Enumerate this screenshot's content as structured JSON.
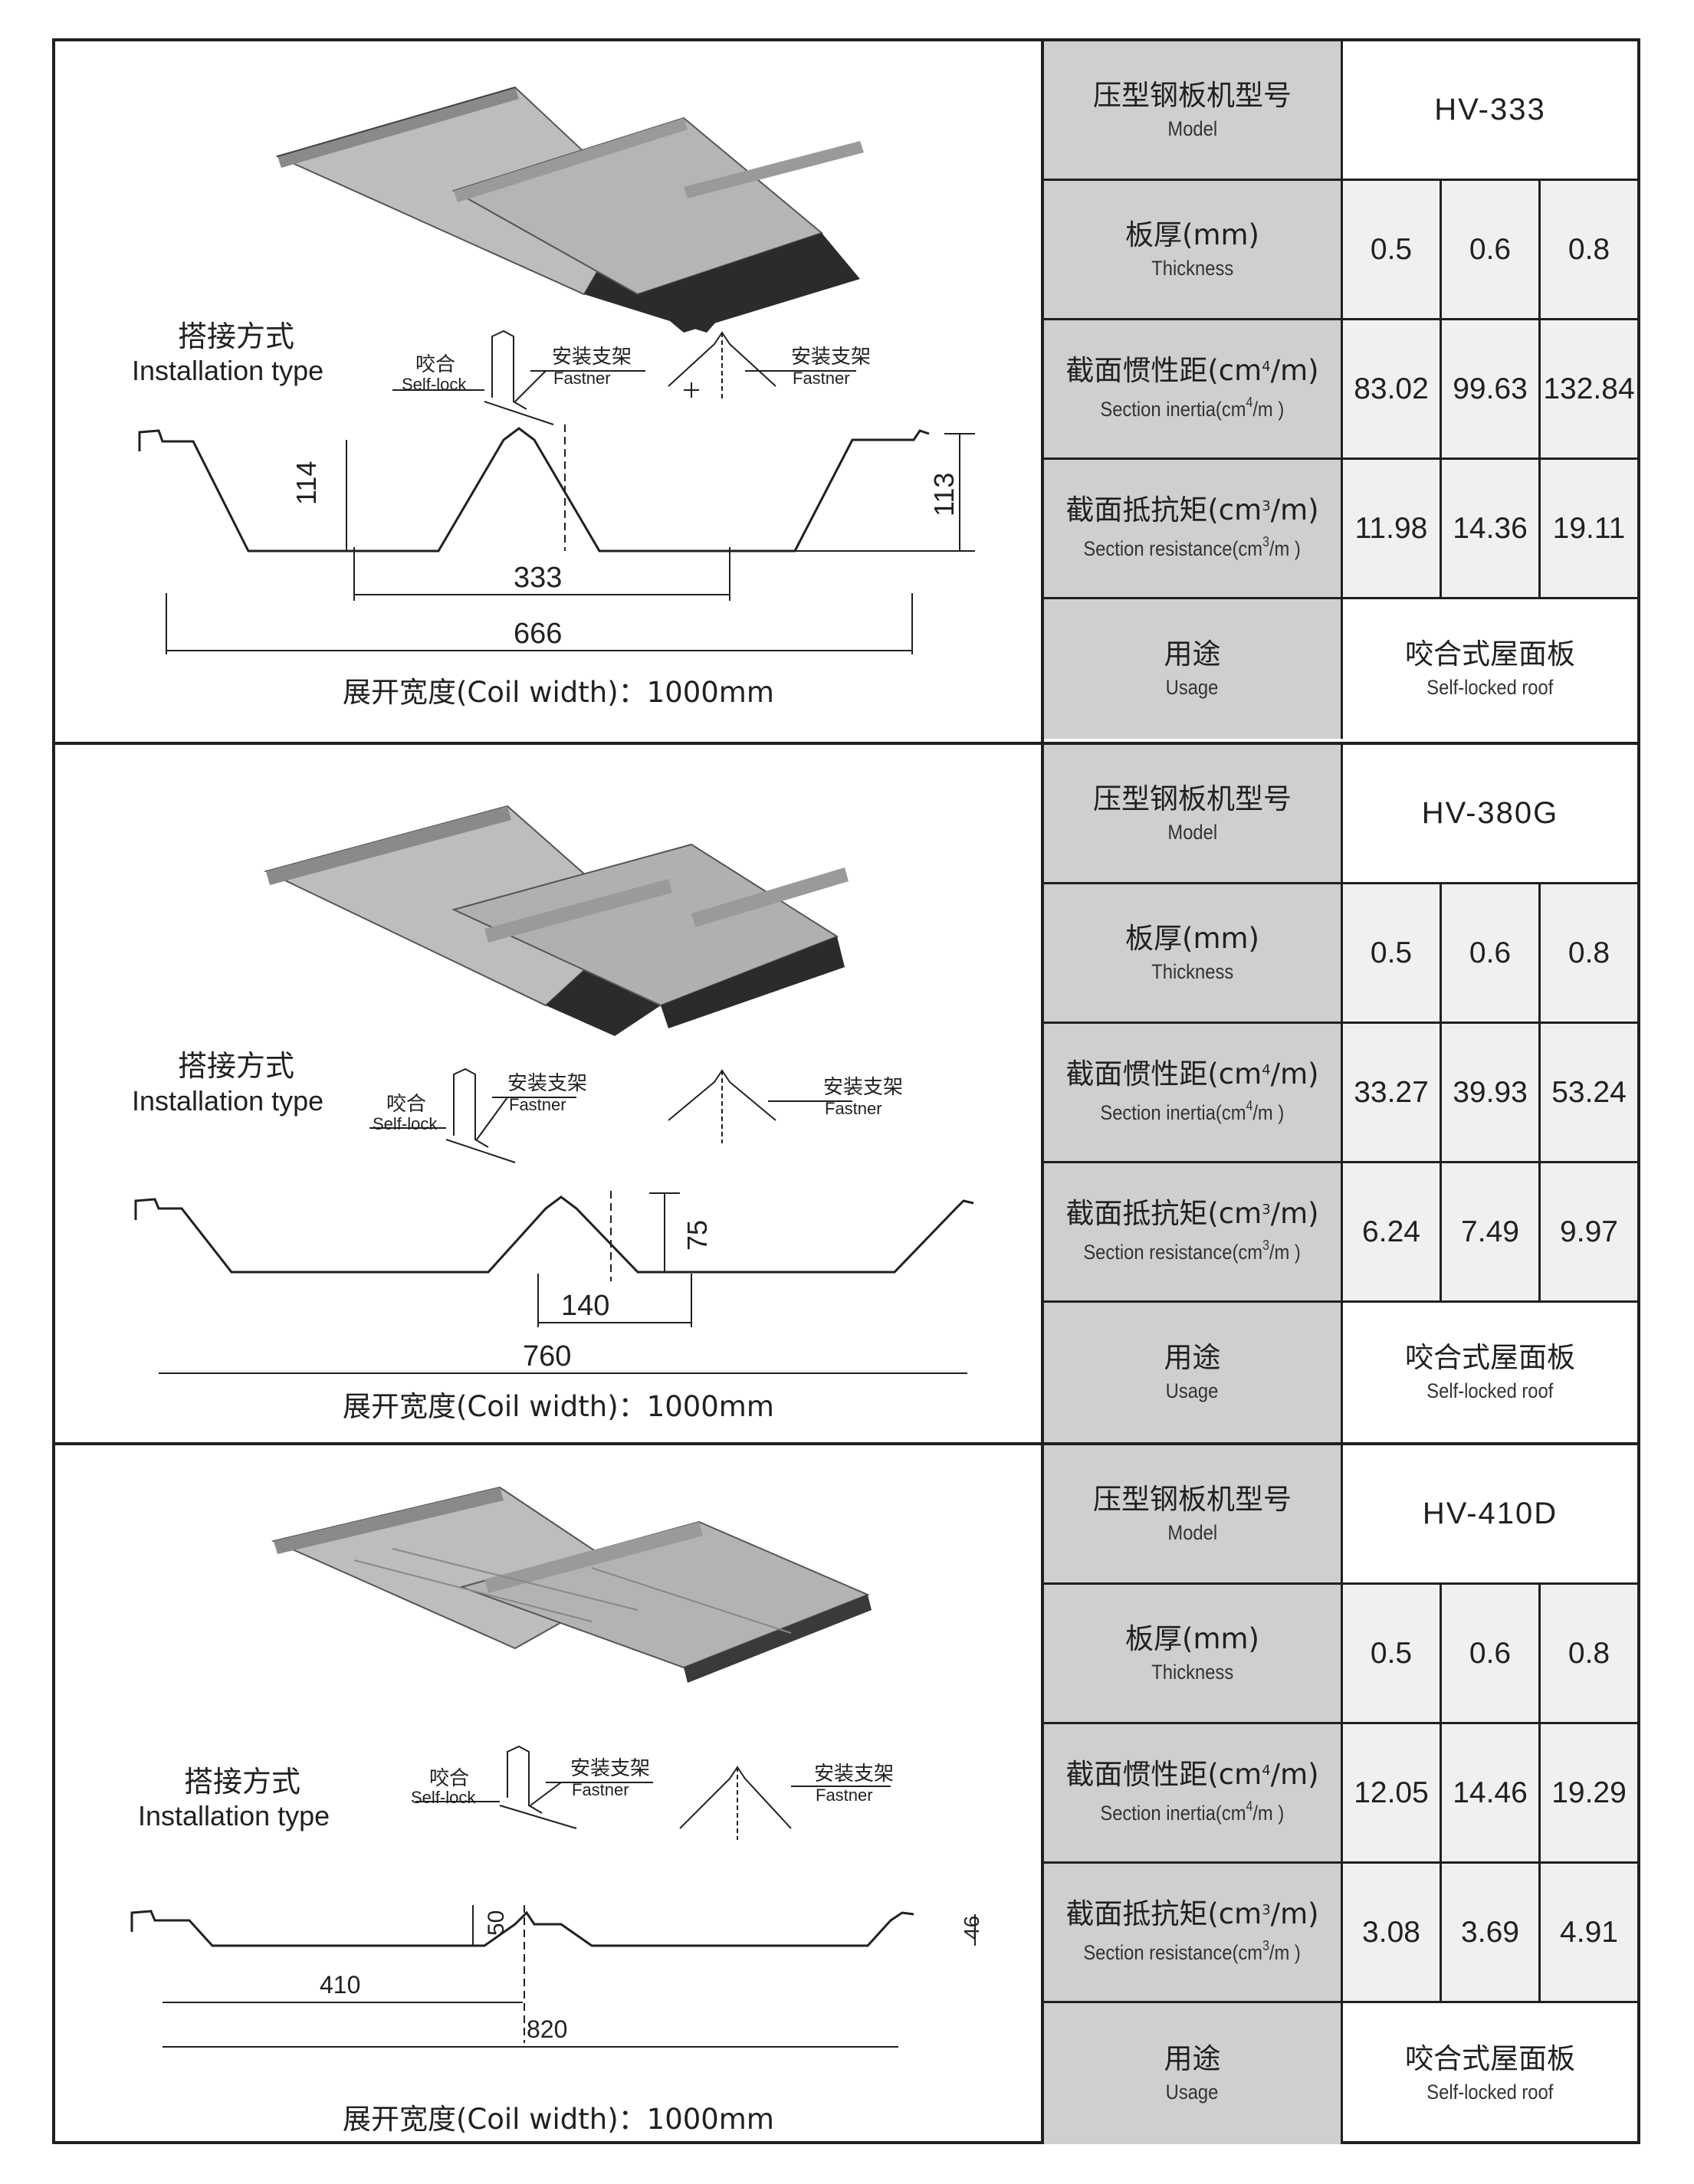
{
  "labels": {
    "model_cn": "压型钢板机型号",
    "model_en": "Model",
    "thickness_cn": "板厚(mm)",
    "thickness_en": "Thickness",
    "inertia_cn_pre": "截面惯性距(cm",
    "inertia_cn_sup": "4",
    "inertia_cn_post": "/m)",
    "inertia_en_pre": "Section inertia(cm",
    "inertia_en_sup": "4",
    "inertia_en_post": "/m )",
    "resistance_cn_pre": "截面抵抗矩(cm",
    "resistance_cn_sup": "3",
    "resistance_cn_post": "/m)",
    "resistance_en_pre": "Section resistance(cm",
    "resistance_en_sup": "3",
    "resistance_en_post": "/m )",
    "usage_cn": "用途",
    "usage_en": "Usage",
    "install_cn": "搭接方式",
    "install_en": "Installation type",
    "selflock_cn": "咬合",
    "selflock_en": "Self-lock",
    "fastner_cn": "安装支架",
    "fastner_en": "Fastner",
    "coil_width": "展开宽度(Coil width)：1000mm"
  },
  "products": [
    {
      "model": "HV-333",
      "thickness": [
        "0.5",
        "0.6",
        "0.8"
      ],
      "inertia": [
        "83.02",
        "99.63",
        "132.84"
      ],
      "resistance": [
        "11.98",
        "14.36",
        "19.11"
      ],
      "usage_cn": "咬合式屋面板",
      "usage_en": "Self-locked roof",
      "dims": [
        "114",
        "113",
        "333",
        "666"
      ]
    },
    {
      "model": "HV-380G",
      "thickness": [
        "0.5",
        "0.6",
        "0.8"
      ],
      "inertia": [
        "33.27",
        "39.93",
        "53.24"
      ],
      "resistance": [
        "6.24",
        "7.49",
        "9.97"
      ],
      "usage_cn": "咬合式屋面板",
      "usage_en": "Self-locked roof",
      "dims": [
        "75",
        "140",
        "760"
      ]
    },
    {
      "model": "HV-410D",
      "thickness": [
        "0.5",
        "0.6",
        "0.8"
      ],
      "inertia": [
        "12.05",
        "14.46",
        "19.29"
      ],
      "resistance": [
        "3.08",
        "3.69",
        "4.91"
      ],
      "usage_cn": "咬合式屋面板",
      "usage_en": "Self-locked roof",
      "dims": [
        "50",
        "46",
        "410",
        "820"
      ]
    }
  ],
  "colors": {
    "line": "#231f20",
    "label_bg": "#cfcfcf",
    "value_bg": "#f0f0f0",
    "panel_light": "#b9b9b9",
    "panel_dark": "#2b2b2b"
  }
}
